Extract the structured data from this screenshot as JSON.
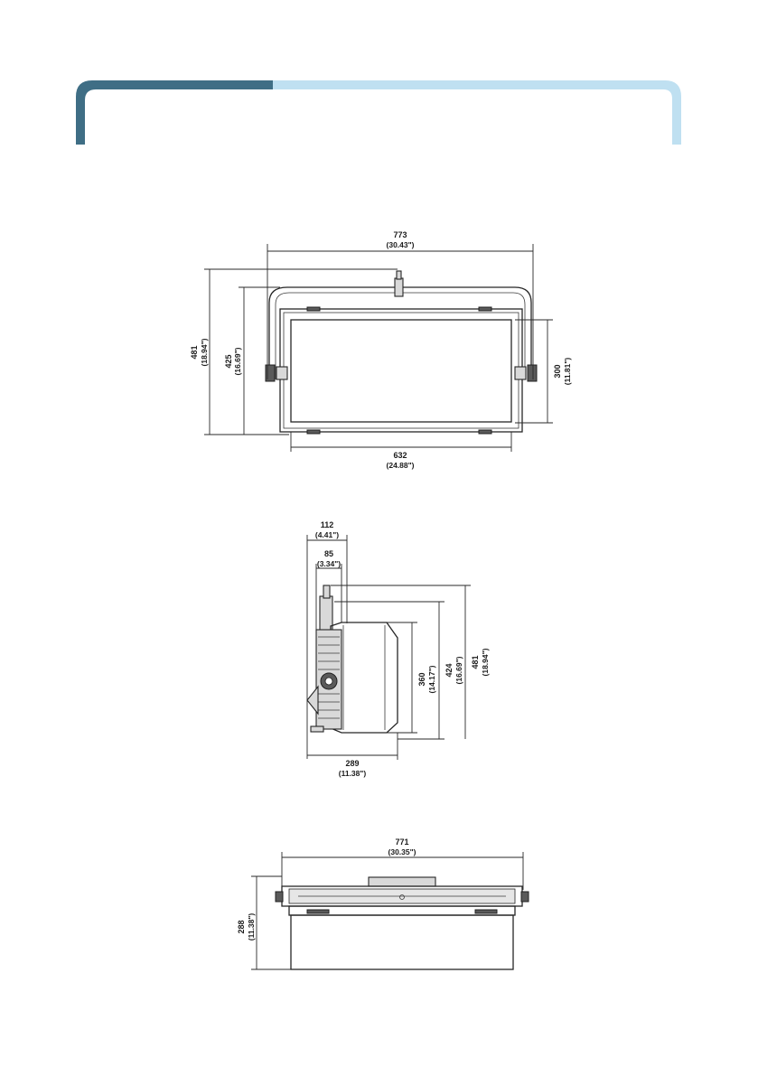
{
  "colors": {
    "header_dark": "#3f6e85",
    "header_light": "#bfe0f1"
  },
  "front_view": {
    "width": "773",
    "width_in": "(30.43\")",
    "height": "481",
    "height_in": "(18.94\")",
    "height_inner": "425",
    "height_inner_in": "(16.69\")",
    "panel_height": "300",
    "panel_height_in": "(11.81\")",
    "bottom_width": "632",
    "bottom_width_in": "(24.88\")"
  },
  "side_view": {
    "top_width": "112",
    "top_width_in": "(4.41\")",
    "inner_width": "85",
    "inner_width_in": "(3.34\")",
    "body_height": "360",
    "body_height_in": "(14.17\")",
    "mid_height": "424",
    "mid_height_in": "(16.69\")",
    "total_height": "481",
    "total_height_in": "(18.94\")",
    "depth": "289",
    "depth_in": "(11.38\")"
  },
  "top_view": {
    "width": "771",
    "width_in": "(30.35\")",
    "depth": "288",
    "depth_in": "(11.38\")"
  }
}
